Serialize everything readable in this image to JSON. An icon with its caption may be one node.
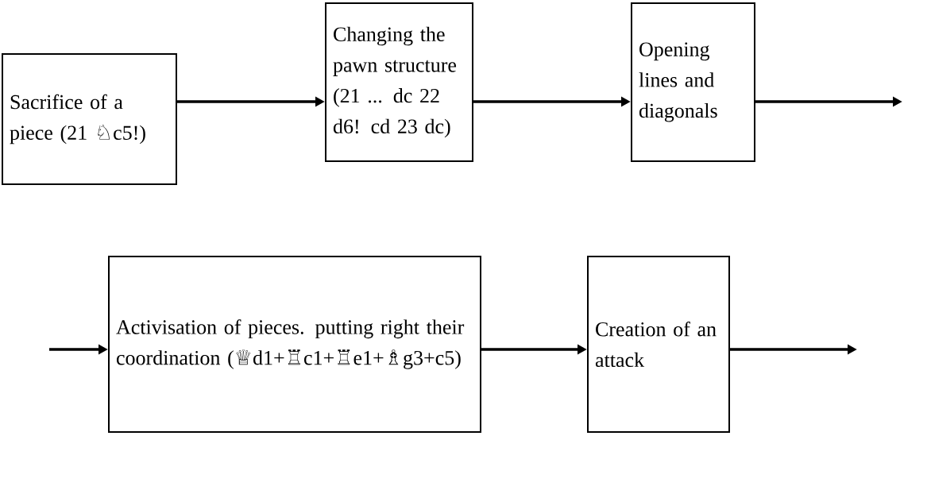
{
  "diagram": {
    "nodes": [
      {
        "text": [
          "Sacrifice of a piece (21 ♘c5!)"
        ]
      },
      {
        "text": [
          "Changing the pawn structure (21 ... dc 22 d6! cd 23 dc)"
        ]
      },
      {
        "text": [
          "Opening lines and diagonals"
        ]
      },
      {
        "text": [
          "Activisation of pieces. putting right their coordination (♕d1+♖c1+♖e1+♗g3+c5)"
        ]
      },
      {
        "text": [
          "Creation of an attack"
        ]
      }
    ],
    "edges": [
      {
        "from": 0,
        "to": 1,
        "arrow": "to"
      },
      {
        "from": 1,
        "to": 2,
        "arrow": "to"
      },
      {
        "from": 2,
        "to": null,
        "arrow": "to"
      },
      {
        "from": null,
        "to": 3,
        "arrow": "to"
      },
      {
        "from": 3,
        "to": 4,
        "arrow": "to"
      },
      {
        "from": 4,
        "to": null,
        "arrow": "to"
      }
    ]
  }
}
